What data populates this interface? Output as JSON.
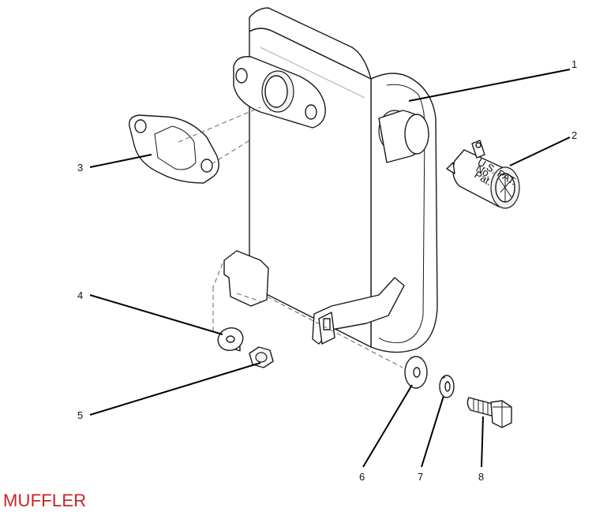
{
  "title": "MUFFLER",
  "title_color": "#cc2222",
  "callouts": [
    "1",
    "2",
    "3",
    "4",
    "5",
    "6",
    "7",
    "8"
  ],
  "spark_arrestor_text": [
    "U.S. PAT.",
    "No.",
    "Pat."
  ],
  "parts": [
    {
      "callout": "1",
      "icon": "muffler-body"
    },
    {
      "callout": "2",
      "icon": "spark-arrestor"
    },
    {
      "callout": "3",
      "icon": "gasket"
    },
    {
      "callout": "4",
      "icon": "flat-washer"
    },
    {
      "callout": "5",
      "icon": "hex-nut"
    },
    {
      "callout": "6",
      "icon": "flat-washer"
    },
    {
      "callout": "7",
      "icon": "lock-washer"
    },
    {
      "callout": "8",
      "icon": "hex-bolt"
    }
  ]
}
